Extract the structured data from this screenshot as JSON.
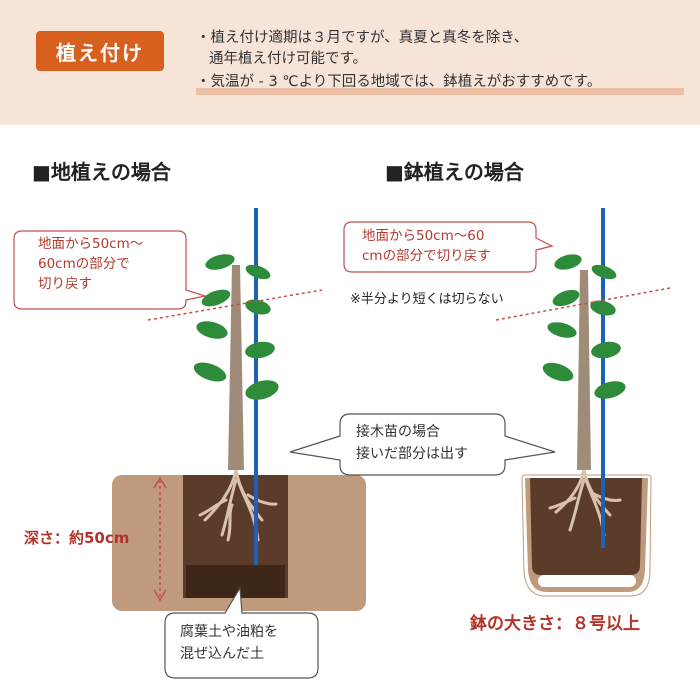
{
  "header": {
    "badge": "植え付け",
    "note_line1": "・植え付け適期は３月ですが、真夏と真冬を除き、",
    "note_line1b": "通年植え付け可能です。",
    "note_line2": "・気温が - 3 ℃より下回る地域では、鉢植えがおすすめです。"
  },
  "left_section": {
    "title": "■地植えの場合",
    "cut_callout": [
      "地面から50cm〜",
      "60cmの部分で",
      "切り戻す"
    ],
    "depth_label": "深さ：約50cm",
    "soil_callout": [
      "腐葉土や油粕を",
      "混ぜ込んだ土"
    ]
  },
  "right_section": {
    "title": "■鉢植えの場合",
    "cut_callout": [
      "地面から50cm〜60",
      "cmの部分で切り戻す"
    ],
    "cut_note": "※半分より短くは切らない",
    "pot_size_label": "鉢の大きさ：８号以上"
  },
  "graft_callout": [
    "接木苗の場合",
    "接いだ部分は出す"
  ],
  "colors": {
    "accent": "#d7601f",
    "header_bg": "#f6e4d9",
    "soil_light": "#c09a7c",
    "soil_dark": "#5b3b29",
    "trunk": "#a08a78",
    "stake": "#1e63b3",
    "leaf": "#2e8b3a",
    "label_red": "#b3322a"
  }
}
